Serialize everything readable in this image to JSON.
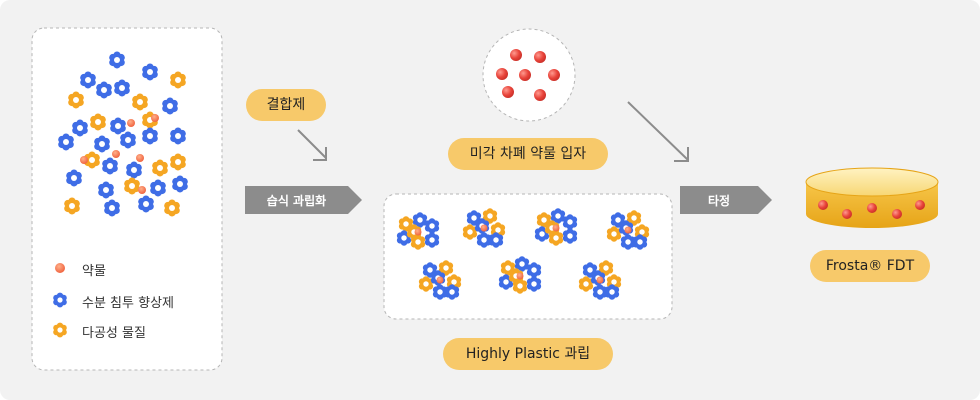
{
  "legend": {
    "drug": "약물",
    "water_agent": "수분 침투 향상제",
    "porous": "다공성 물질"
  },
  "labels": {
    "binder": "결합제",
    "wet_granulation": "습식 과립화",
    "taste_mask": "미각 차폐 약물 입자",
    "compression": "타정",
    "granule": "Highly Plastic 과립",
    "product": "Frosta® FDT"
  },
  "colors": {
    "blue": "#3f6de6",
    "orange": "#f5a623",
    "red": "#e8433a",
    "pill": "#f7c96a",
    "arrow_fill": "#8c8c8c"
  }
}
